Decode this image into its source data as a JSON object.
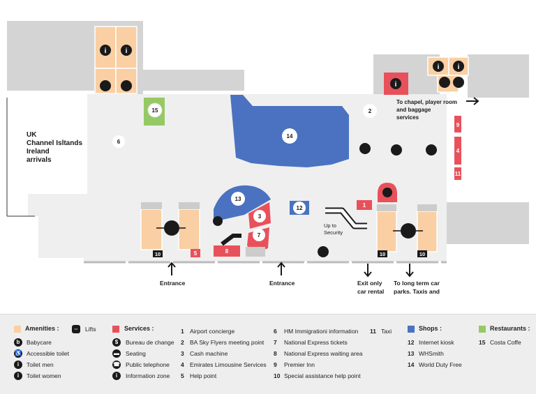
{
  "map": {
    "label_arrivals": [
      "UK",
      "Channel Isltands",
      "Ireland",
      "arrivals"
    ],
    "label_chapel": [
      "To chapel, player room",
      "and baggage",
      "services"
    ],
    "label_up_security": [
      "Up to",
      "Security"
    ],
    "entrance_left": "Entrance",
    "entrance_center": "Entrance",
    "exit_car_rental": [
      "Exit only",
      "car rental"
    ],
    "long_term": [
      "To long term car",
      "parks. Taxis and"
    ],
    "markers": {
      "m1": "1",
      "m2": "2",
      "m3": "3",
      "m4": "4",
      "m5": "5",
      "m6": "6",
      "m7": "7",
      "m8": "8",
      "m9": "9",
      "m10a": "10",
      "m10b": "10",
      "m10c": "10",
      "m11": "11",
      "m12": "12",
      "m13": "13",
      "m14": "14",
      "m15": "15"
    }
  },
  "legend": {
    "amenities": {
      "title": "Amenities :",
      "color": "#f9cfa3",
      "items": [
        "Babycare",
        "Accessible toilet",
        "Toilet men",
        "Toilet women"
      ],
      "lifts": "Lifts"
    },
    "services": {
      "title": "Services :",
      "color": "#e8515b",
      "icon_items": [
        "Bureau de change",
        "Seating",
        "Public telephone",
        "Information zone"
      ],
      "col1": [
        {
          "num": "1",
          "label": "Airport concierge"
        },
        {
          "num": "2",
          "label": "BA Sky Flyers meeting point"
        },
        {
          "num": "3",
          "label": "Cash machine"
        },
        {
          "num": "4",
          "label": "Emirates Limousine Services"
        },
        {
          "num": "5",
          "label": "Help point"
        }
      ],
      "col2": [
        {
          "num": "6",
          "label": "HM Immigrationi information"
        },
        {
          "num": "7",
          "label": "National Express tickets"
        },
        {
          "num": "8",
          "label": "National Express waiting area"
        },
        {
          "num": "9",
          "label": "Premier Inn"
        },
        {
          "num": "10",
          "label": "Special assistance help point"
        }
      ],
      "col3": [
        {
          "num": "11",
          "label": "Taxi"
        }
      ]
    },
    "shops": {
      "title": "Shops :",
      "color": "#4a72c0",
      "items": [
        {
          "num": "12",
          "label": "Internet kiosk"
        },
        {
          "num": "13",
          "label": "WHSmith"
        },
        {
          "num": "14",
          "label": "World Duty Free"
        }
      ]
    },
    "restaurants": {
      "title": "Restaurants :",
      "color": "#95c964",
      "items": [
        {
          "num": "15",
          "label": "Costa Coffe"
        }
      ]
    }
  }
}
